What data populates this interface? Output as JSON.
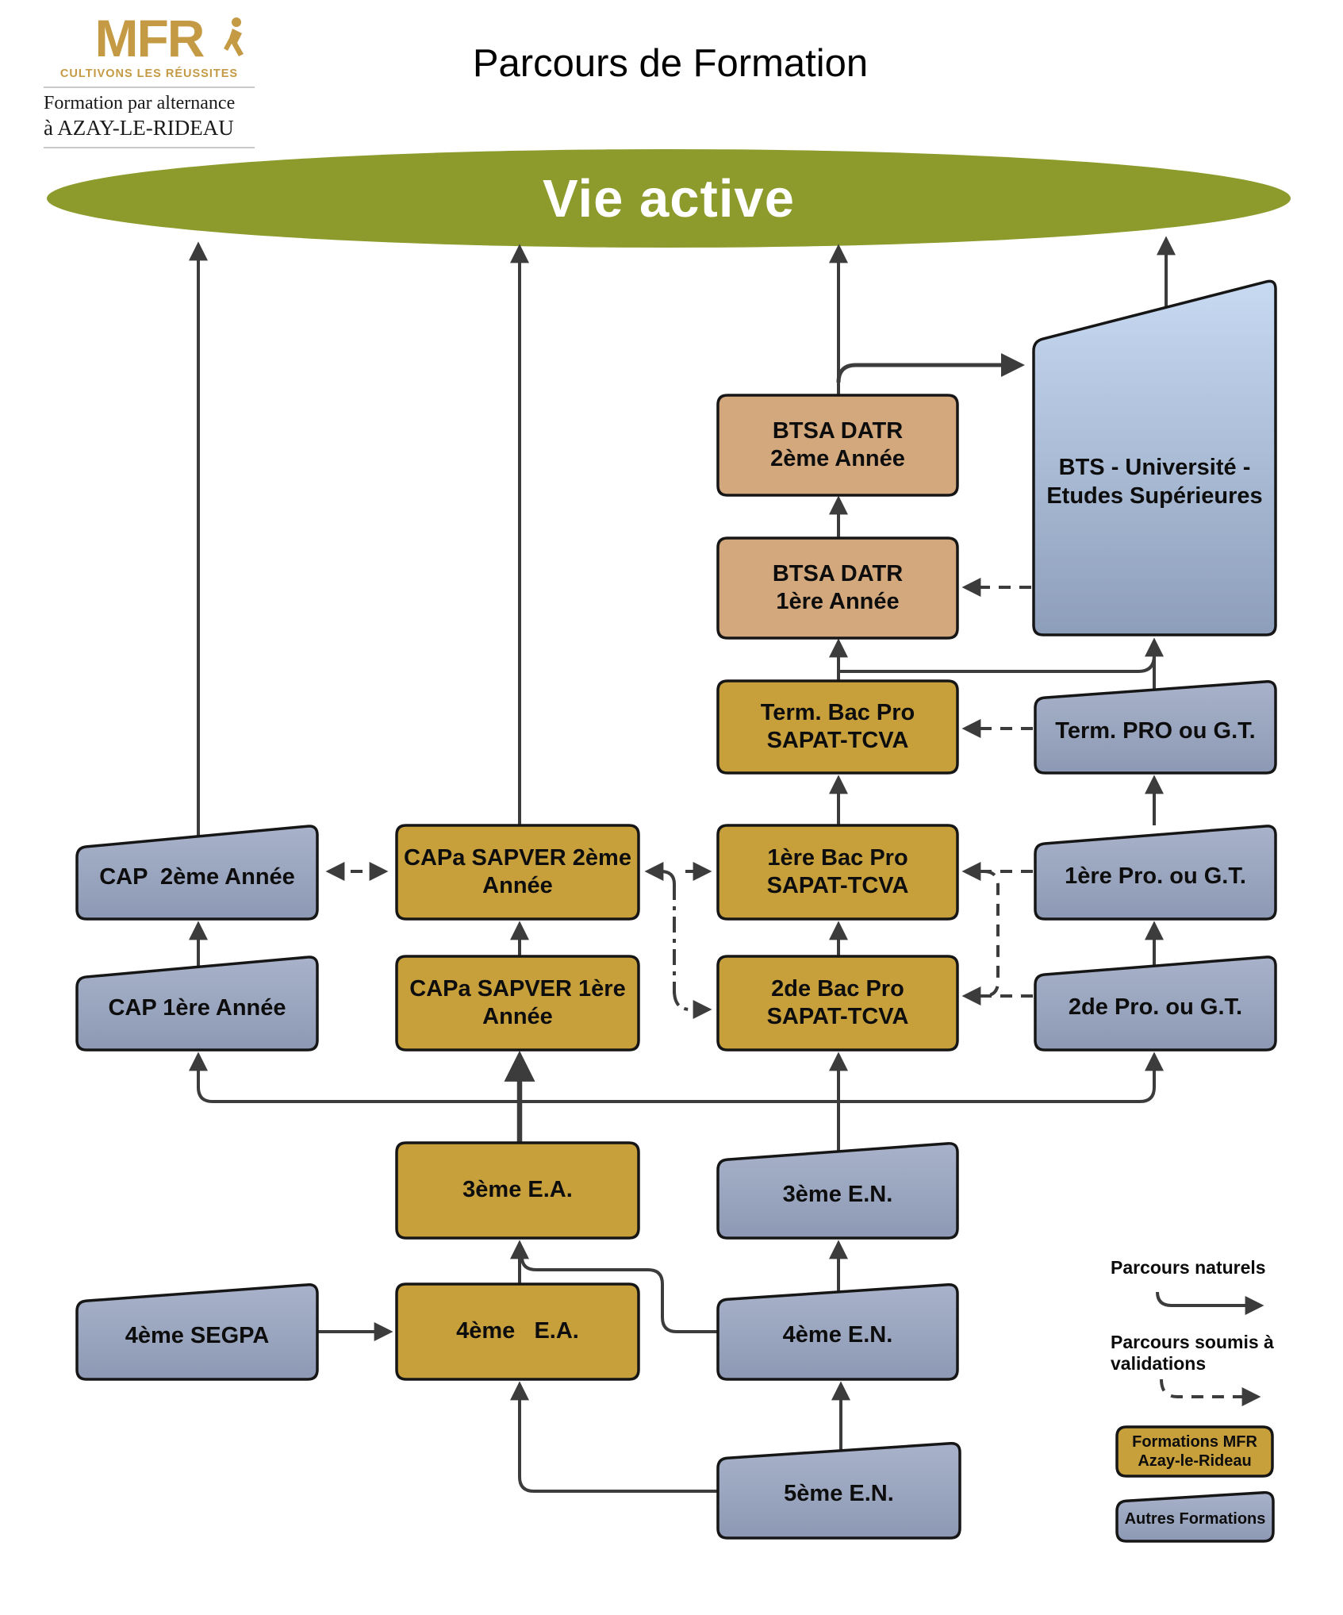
{
  "header": {
    "logo_text": "MFR",
    "logo_tagline": "CULTIVONS LES RÉUSSITES",
    "org_line1": "Formation par alternance",
    "org_line2": "à AZAY-LE-RIDEAU",
    "title": "Parcours de Formation"
  },
  "vie_active": {
    "label": "Vie active"
  },
  "boxes": {
    "btsa2": {
      "label": "BTSA DATR\n2ème Année",
      "type": "mfr"
    },
    "btsa1": {
      "label": "BTSA DATR\n1ère Année",
      "type": "mfr"
    },
    "bts": {
      "label": "BTS - Université -\nEtudes Supérieures",
      "type": "autre"
    },
    "termbac": {
      "label": "Term. Bac Pro\nSAPAT-TCVA",
      "type": "mfr"
    },
    "termpro": {
      "label": "Term. PRO ou G.T.",
      "type": "autre"
    },
    "cap2": {
      "label": "CAP  2ème Année",
      "type": "autre"
    },
    "capa2": {
      "label": "CAPa SAPVER 2ème\nAnnée",
      "type": "mfr"
    },
    "bac1": {
      "label": "1ère Bac Pro\nSAPAT-TCVA",
      "type": "mfr"
    },
    "pro1": {
      "label": "1ère Pro. ou G.T.",
      "type": "autre"
    },
    "cap1": {
      "label": "CAP 1ère Année",
      "type": "autre"
    },
    "capa1": {
      "label": "CAPa SAPVER 1ère\nAnnée",
      "type": "mfr"
    },
    "bac2": {
      "label": "2de Bac Pro\nSAPAT-TCVA",
      "type": "mfr"
    },
    "pro2": {
      "label": "2de Pro. ou G.T.",
      "type": "autre"
    },
    "ea3": {
      "label": "3ème E.A.",
      "type": "mfr"
    },
    "en3": {
      "label": "3ème E.N.",
      "type": "autre"
    },
    "segpa4": {
      "label": "4ème SEGPA",
      "type": "autre"
    },
    "ea4": {
      "label": "4ème   E.A.",
      "type": "mfr"
    },
    "en4": {
      "label": "4ème E.N.",
      "type": "autre"
    },
    "en5": {
      "label": "5ème E.N.",
      "type": "autre"
    }
  },
  "legend": {
    "natural_label": "Parcours naturels",
    "validated_label": "Parcours soumis à\nvalidations",
    "mfr_box_label": "Formations MFR\nAzay-le-Rideau",
    "autres_box_label": "Autres Formations"
  },
  "colors": {
    "olive": "#8C9B2B",
    "gold": "#C7A03C",
    "tan": "#D2A87C",
    "blue_top": "#A8B2CA",
    "blue_bottom": "#8D99B4",
    "bts_top": "#C8DAF2",
    "bts_bottom": "#8D9EBA",
    "line": "#3C3C3C",
    "border": "#161616",
    "logo_gold": "#C49A45"
  }
}
